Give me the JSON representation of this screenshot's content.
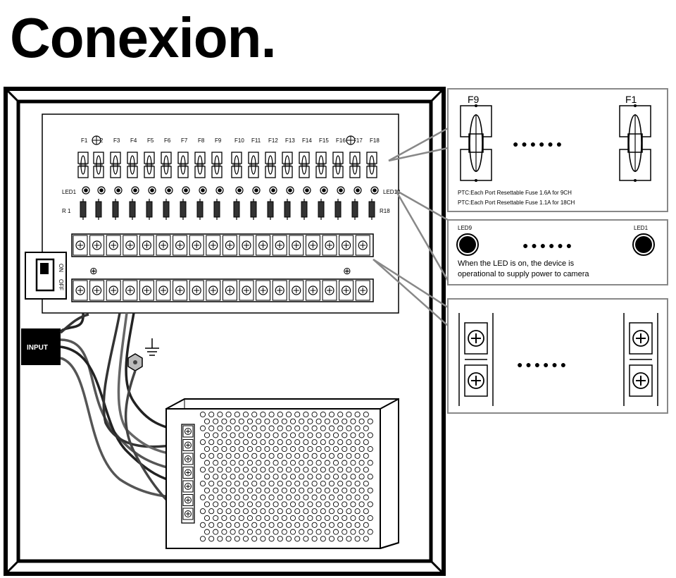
{
  "title": "Conexion.",
  "board": {
    "fuse_labels": [
      "F1",
      "F2",
      "F3",
      "F4",
      "F5",
      "F6",
      "F7",
      "F8",
      "F9",
      "F10",
      "F11",
      "F12",
      "F13",
      "F14",
      "F15",
      "F16",
      "F17",
      "F18"
    ],
    "led_first": "LED1",
    "led_last": "LED18",
    "resistor_first": "R 1",
    "resistor_last": "R18",
    "plus_symbol": "⊕"
  },
  "switch": {
    "on_label": "ON",
    "off_label": "OFF"
  },
  "input_label": "INPUT",
  "fuse_detail": {
    "left_label": "F9",
    "right_label": "F1",
    "dots": "● ● ● ● ● ●",
    "note_1": "PTC:Each Port Resettable Fuse 1.6A for 9CH",
    "note_2": "PTC:Each Port Resettable Fuse 1.1A for 18CH"
  },
  "led_detail": {
    "left_label": "LED9",
    "right_label": "LED1",
    "dots": "● ● ● ● ● ●",
    "note_1": "When the LED is on, the device is",
    "note_2": "operational to supply power to camera"
  },
  "terminal_detail": {
    "dots": "● ● ● ● ● ●"
  }
}
